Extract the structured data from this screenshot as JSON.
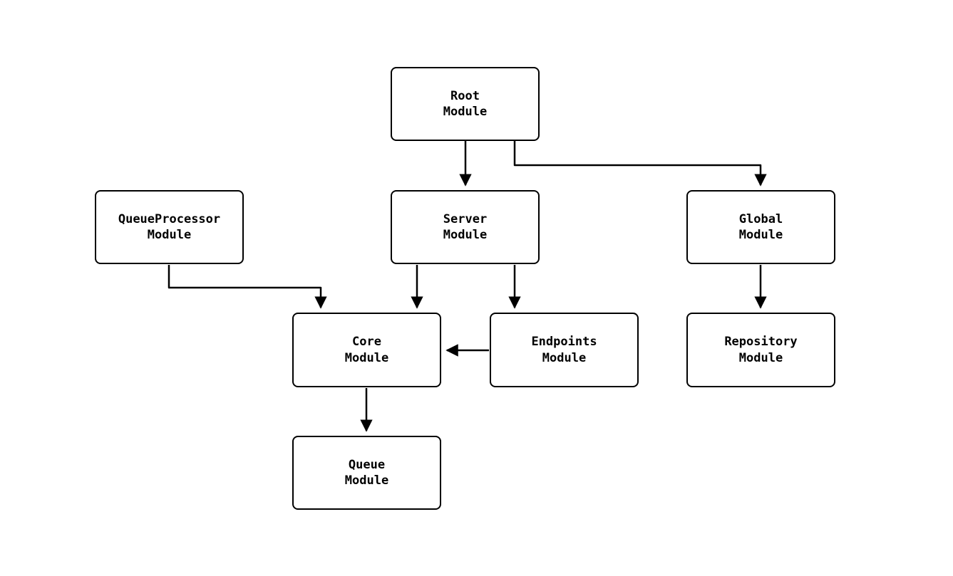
{
  "diagram": {
    "type": "flowchart",
    "background_color": "#ffffff",
    "node_style": {
      "fill": "#ffffff",
      "border_color": "#000000",
      "text_color": "#000000"
    },
    "edge_color": "#000000",
    "nodes": {
      "root": {
        "label": "Root\nModule"
      },
      "queueprocessor": {
        "label": "QueueProcessor\nModule"
      },
      "server": {
        "label": "Server\nModule"
      },
      "global": {
        "label": "Global\nModule"
      },
      "core": {
        "label": "Core\nModule"
      },
      "endpoints": {
        "label": "Endpoints\nModule"
      },
      "repository": {
        "label": "Repository\nModule"
      },
      "queue": {
        "label": "Queue\nModule"
      }
    },
    "edges": [
      {
        "from": "root",
        "to": "server"
      },
      {
        "from": "root",
        "to": "global"
      },
      {
        "from": "queueprocessor",
        "to": "core"
      },
      {
        "from": "server",
        "to": "core"
      },
      {
        "from": "server",
        "to": "endpoints"
      },
      {
        "from": "endpoints",
        "to": "core"
      },
      {
        "from": "global",
        "to": "repository"
      },
      {
        "from": "core",
        "to": "queue"
      }
    ]
  }
}
